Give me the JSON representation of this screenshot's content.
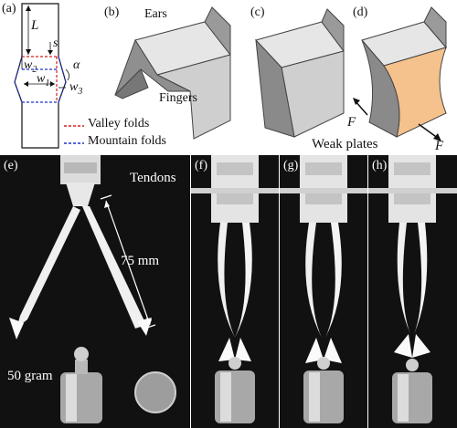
{
  "panels": {
    "a": "(a)",
    "b": "(b)",
    "c": "(c)",
    "d": "(d)",
    "e": "(e)",
    "f": "(f)",
    "g": "(g)",
    "h": "(h)"
  },
  "pattern": {
    "L": "L",
    "s": "s",
    "w2": "w",
    "w2_sub": "2",
    "w1": "w",
    "w1_sub": "1",
    "w3": "w",
    "w3_sub": "3",
    "alpha": "α",
    "valley_legend": "Valley folds",
    "mountain_legend": "Mountain folds"
  },
  "model_labels": {
    "ears": "Ears",
    "fingers": "Fingers",
    "force": "F",
    "weak_plates": "Weak plates"
  },
  "photo_labels": {
    "tendons": "Tendons",
    "length": "75 mm",
    "weight": "50 gram"
  },
  "colors": {
    "valley": "#d22020",
    "mountain": "#2030c8",
    "weak_plate": "#f5c18c",
    "face_light": "#e6e6e6",
    "face_mid": "#bfbfbf",
    "face_dark": "#8a8a8a"
  }
}
